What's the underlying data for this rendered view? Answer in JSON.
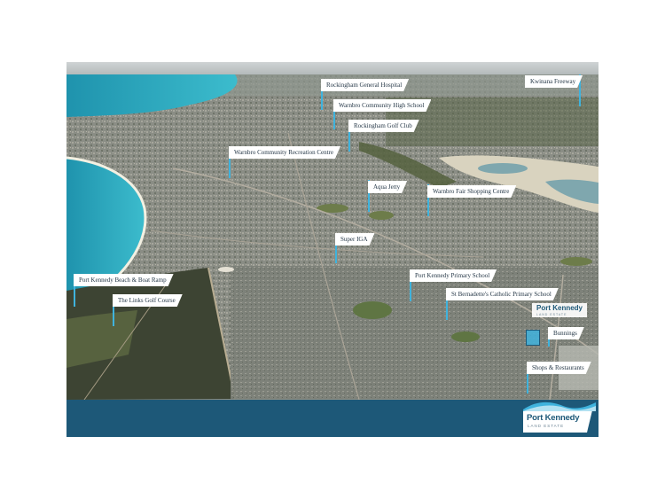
{
  "poster": {
    "labels": [
      {
        "text": "Rockingham General Hospital"
      },
      {
        "text": "Kwinana Freeway"
      },
      {
        "text": "Warnbro Community High School"
      },
      {
        "text": "Rockingham Golf Club"
      },
      {
        "text": "Warnbro Community Recreation Centre"
      },
      {
        "text": "Aqua Jetty"
      },
      {
        "text": "Warnbro Fair Shopping Centre"
      },
      {
        "text": "Super IGA"
      },
      {
        "text": "Port Kennedy Beach & Boat Ramp"
      },
      {
        "text": "Port Kennedy Primary School"
      },
      {
        "text": "The Links Golf Course"
      },
      {
        "text": "St Bernadette's Catholic Primary School"
      },
      {
        "text": "Bunnings"
      },
      {
        "text": "Shops & Restaurants"
      }
    ],
    "site_logo": {
      "name": "Port Kennedy",
      "sub": "LAND ESTATE"
    },
    "brand": {
      "name": "Port Kennedy",
      "sub": "LAND ESTATE"
    },
    "colors": {
      "accent": "#3fb3dd",
      "band": "#1d5878",
      "ocean": "#2fa7bf",
      "land": "#8c8f86"
    },
    "icons": [
      "location-pin-icon",
      "wave-icon"
    ]
  }
}
